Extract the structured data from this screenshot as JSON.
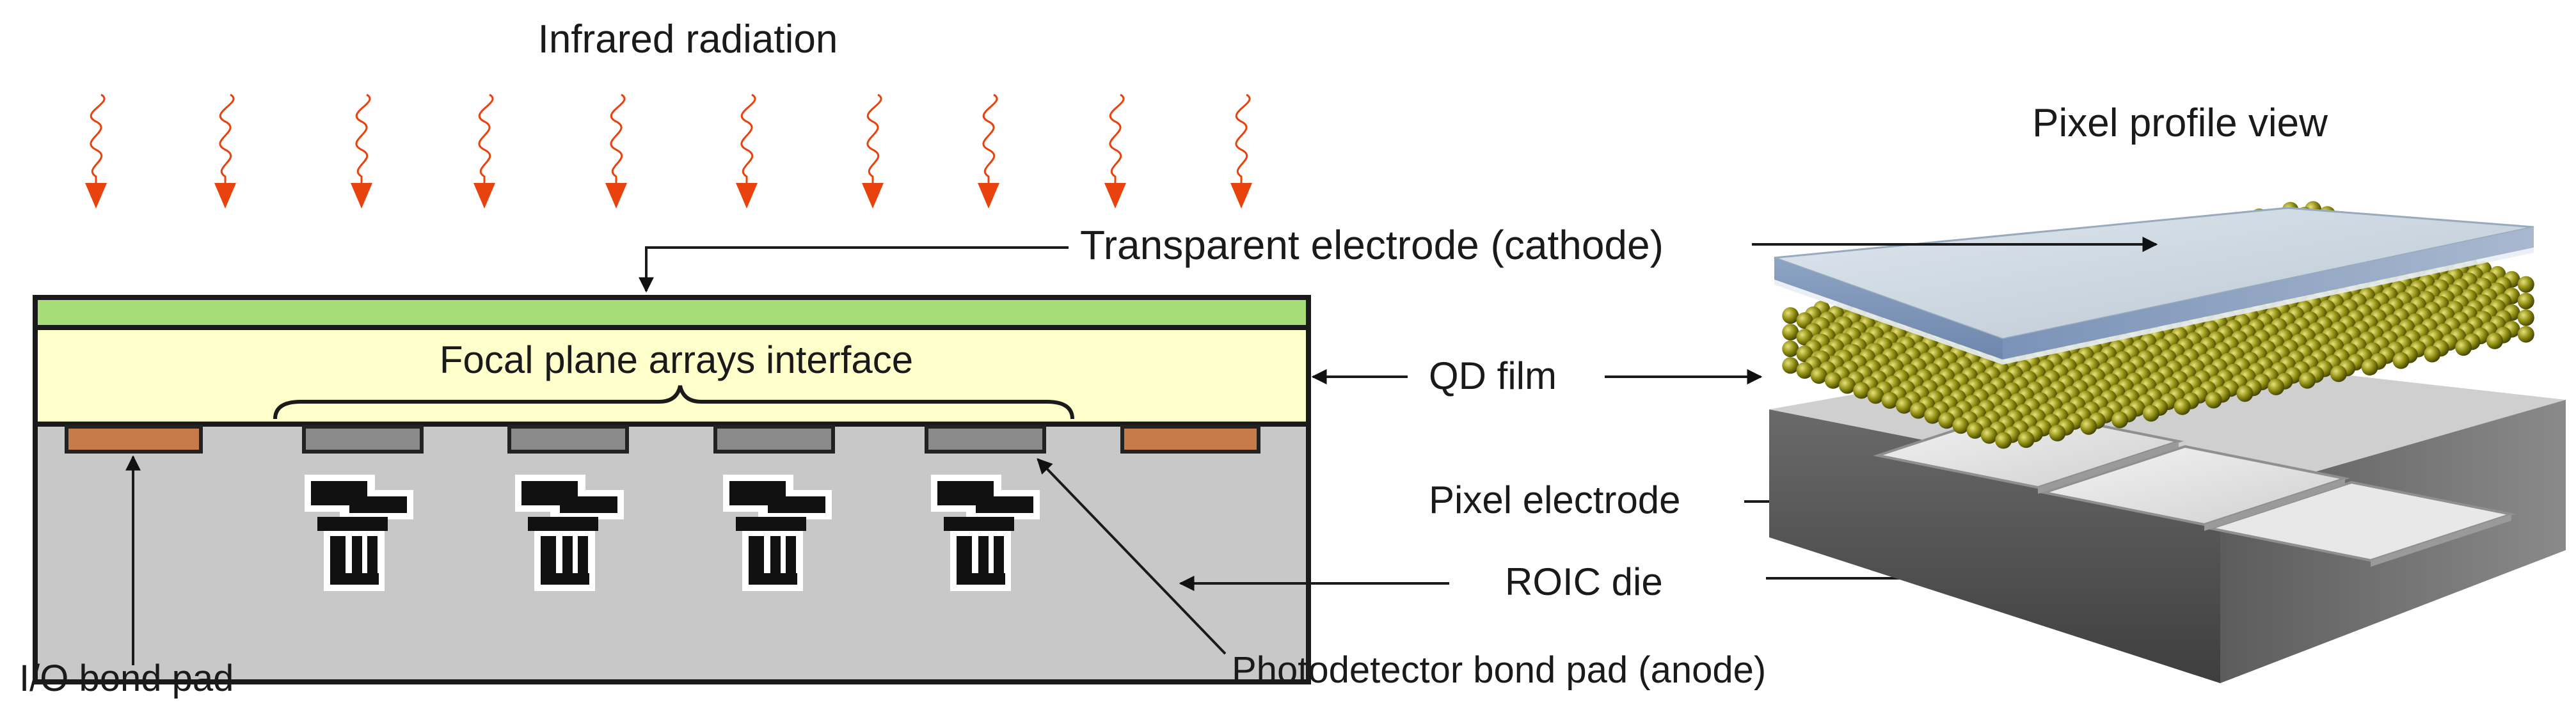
{
  "labels": {
    "infrared": "Infrared radiation",
    "pixel_profile": "Pixel profile view",
    "transparent_electrode": "Transparent electrode (cathode)",
    "fpa_interface": "Focal plane arrays interface",
    "qd_film": "QD film",
    "pixel_electrode": "Pixel electrode",
    "roic_die": "ROIC die",
    "io_bond_pad": "I/O bond pad",
    "photodetector_pad": "Photodetector bond pad (anode)"
  },
  "colors": {
    "infrared": "#e8420e",
    "cathode_green": "#a7dd78",
    "qd_film_yellow": "#ffffcc",
    "roic_gray": "#c8c8c8",
    "io_pad": "#c77a4a",
    "detector_pad": "#8a8a8a",
    "qd_dot": "#8a8a08"
  },
  "counts": {
    "ir_arrows": 10,
    "photodetector_pads": 4,
    "readout_circuits": 4
  }
}
